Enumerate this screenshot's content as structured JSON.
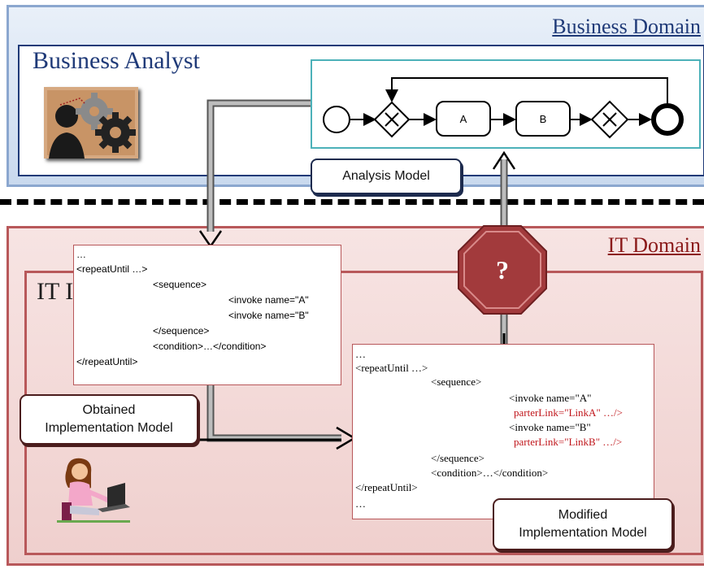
{
  "business_domain": {
    "label": "Business Domain",
    "analyst_title": "Business Analyst",
    "process_tasks": [
      "A",
      "B"
    ],
    "analysis_model_label": "Analysis Model"
  },
  "it_domain": {
    "label": "IT Domain",
    "inner_title": "IT I",
    "obtained_code": {
      "lines": [
        "…",
        "<repeatUntil …>",
        "<sequence>",
        "<invoke name=\"A\"",
        "<invoke name=\"B\"",
        "</sequence>",
        "<condition>…</condition>",
        "</repeatUntil>"
      ]
    },
    "obtained_label_line1": "Obtained",
    "obtained_label_line2": "Implementation Model",
    "modified_code": {
      "lines": [
        "…",
        "<repeatUntil …>",
        "<sequence>",
        "<invoke name=\"A\"",
        "parterLink=\"LinkA\" …/>",
        "<invoke name=\"B\"",
        "parterLink=\"LinkB\" …/>",
        "</sequence>",
        "<condition>…</condition>",
        "</repeatUntil>",
        "…"
      ]
    },
    "modified_label_line1": "Modified",
    "modified_label_line2": "Implementation Model",
    "question_mark": "?"
  },
  "colors": {
    "business_blue": "#1f3a78",
    "it_red": "#8b1a1a",
    "stop_sign": "#a23a3c",
    "code_highlight": "#c0161b",
    "teal_frame": "#4cb1b9"
  },
  "icons": [
    "analyst-gears-icon",
    "developer-at-laptop-icon",
    "stop-sign-icon"
  ]
}
